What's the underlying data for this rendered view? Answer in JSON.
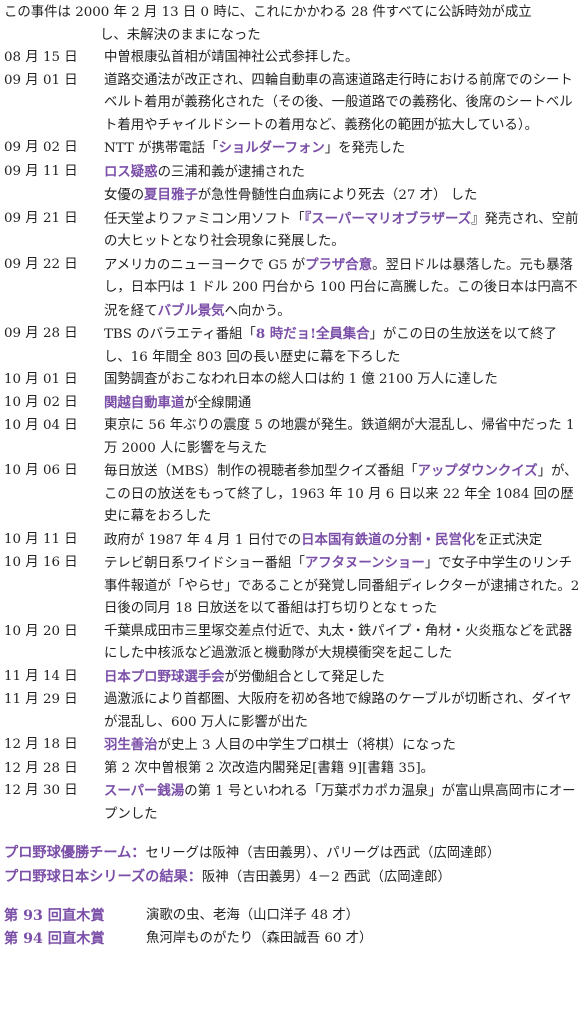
{
  "intro": {
    "line1": "この事件は 2000 年 2 月 13 日 0 時に、これにかかわる 28 件すべてに公訴時効が成立",
    "line2": "し、未解決のままになった"
  },
  "entries": [
    {
      "date": "08 月 15 日",
      "parts": [
        {
          "t": "中曽根康弘首相が靖国神社公式参拝した。"
        }
      ]
    },
    {
      "date": "09 月 01 日",
      "parts": [
        {
          "t": "道路交通法が改正され、四輪自動車の高速道路走行時における前席でのシートベルト着用が義務化された（その後、一般道路での義務化、後席のシートベルト着用やチャイルドシートの着用など、義務化の範囲が拡大している）。"
        }
      ]
    },
    {
      "date": "09 月 02 日",
      "parts": [
        {
          "t": "NTT が携帯電話「"
        },
        {
          "t": "ショルダーフォン",
          "h": true
        },
        {
          "t": "」を発売した"
        }
      ]
    },
    {
      "date": "09 月 11 日",
      "parts": [
        {
          "t": "ロス疑惑",
          "h": true
        },
        {
          "t": "の三浦和義が逮捕された"
        }
      ]
    },
    {
      "date": "",
      "parts": [
        {
          "t": "女優の"
        },
        {
          "t": "夏目雅子",
          "h": true
        },
        {
          "t": "が急性骨髄性白血病により死去（27 才） した"
        }
      ]
    },
    {
      "date": "09 月 21 日",
      "parts": [
        {
          "t": "任天堂よりファミコン用ソフト「"
        },
        {
          "t": "『スーパーマリオブラザーズ",
          "h": true
        },
        {
          "t": "』発売され、空前の大ヒットとなり社会現象に発展した。"
        }
      ]
    },
    {
      "date": "09 月 22 日",
      "parts": [
        {
          "t": "アメリカのニューヨークで G5 が"
        },
        {
          "t": "プラザ合意",
          "h": true
        },
        {
          "t": "。翌日ドルは暴落した。元も暴落し，日本円は 1 ドル 200 円台から 100 円台に高騰した。この後日本は円高不況を経て"
        },
        {
          "t": "バブル景気",
          "h": true
        },
        {
          "t": "へ向かう。"
        }
      ]
    },
    {
      "date": "09 月 28 日",
      "parts": [
        {
          "t": "TBS のバラエティ番組「"
        },
        {
          "t": "8 時だョ!全員集合",
          "h": true
        },
        {
          "t": "」がこの日の生放送を以て終了し、16 年間全 803 回の長い歴史に幕を下ろした"
        }
      ]
    },
    {
      "date": "10 月 01 日",
      "parts": [
        {
          "t": "国勢調査がおこなわれ日本の総人口は約 1 億 2100 万人に達した"
        }
      ]
    },
    {
      "date": "10 月 02 日",
      "parts": [
        {
          "t": "関越自動車道",
          "h": true
        },
        {
          "t": "が全線開通"
        }
      ]
    },
    {
      "date": "10 月 04 日",
      "parts": [
        {
          "t": "東京に 56 年ぶりの震度 5 の地震が発生。鉄道網が大混乱し、帰省中だった 1 万 2000 人に影響を与えた"
        }
      ]
    },
    {
      "date": "10 月 06 日",
      "parts": [
        {
          "t": "毎日放送（MBS）制作の視聴者参加型クイズ番組「"
        },
        {
          "t": "アップダウンクイズ",
          "h": true
        },
        {
          "t": "」が、この日の放送をもって終了し，1963 年 10 月 6 日以来 22 年全 1084 回の歴史に幕をおろした"
        }
      ]
    },
    {
      "date": "10 月 11 日",
      "parts": [
        {
          "t": "政府が 1987 年 4 月 1 日付での"
        },
        {
          "t": "日本国有鉄道の分割・民営化",
          "h": true
        },
        {
          "t": "を正式決定"
        }
      ]
    },
    {
      "date": "10 月 16 日",
      "parts": [
        {
          "t": "テレビ朝日系ワイドショー番組「"
        },
        {
          "t": "アフタヌーンショー",
          "h": true
        },
        {
          "t": "」で女子中学生のリンチ事件報道が「やらせ」であることが発覚し同番組ディレクターが逮捕された。2 日後の同月 18 日放送を以て番組は打ち切りとなｔった"
        }
      ]
    },
    {
      "date": "10 月 20 日",
      "parts": [
        {
          "t": "千葉県成田市三里塚交差点付近で、丸太・鉄パイプ・角材・火炎瓶などを武器にした中核派など過激派と機動隊が大規模衝突を起こした"
        }
      ]
    },
    {
      "date": "11 月 14 日",
      "parts": [
        {
          "t": "日本プロ野球選手会",
          "h": true
        },
        {
          "t": "が労働組合として発足した"
        }
      ]
    },
    {
      "date": "11 月 29 日",
      "parts": [
        {
          "t": "過激派により首都圏、大阪府を初め各地で線路のケーブルが切断され、ダイヤが混乱し、600 万人に影響が出た"
        }
      ]
    },
    {
      "date": "12 月 18 日",
      "parts": [
        {
          "t": "羽生善治",
          "h": true
        },
        {
          "t": "が史上 3 人目の中学生プロ棋士（将棋）になった"
        }
      ]
    },
    {
      "date": "12 月 28 日",
      "parts": [
        {
          "t": "第 2 次中曽根第 2 次改造内閣発足[書籍 9][書籍 35]。"
        }
      ]
    },
    {
      "date": "12 月 30 日",
      "parts": [
        {
          "t": "スーパー銭湯",
          "h": true
        },
        {
          "t": "の第 1 号といわれる「万葉ポカポカ温泉」が富山県高岡市にオープンした"
        }
      ]
    }
  ],
  "baseball": {
    "champ_label": "プロ野球優勝チーム：",
    "champ_text": "セリーグは阪神（吉田義男）、パリーグは西武（広岡達郎）",
    "series_label": "プロ野球日本シリーズの結果：",
    "series_text": "阪神（吉田義男）4－2 西武（広岡達郎）"
  },
  "prizes": [
    {
      "label": "第 93 回直木賞",
      "text": "演歌の虫、老海（山口洋子 48 才）"
    },
    {
      "label": "第 94 回直木賞",
      "text": "魚河岸ものがたり（森田誠吾 60 才）"
    }
  ],
  "colors": {
    "highlight": "#7b4fa8",
    "text": "#222222"
  }
}
